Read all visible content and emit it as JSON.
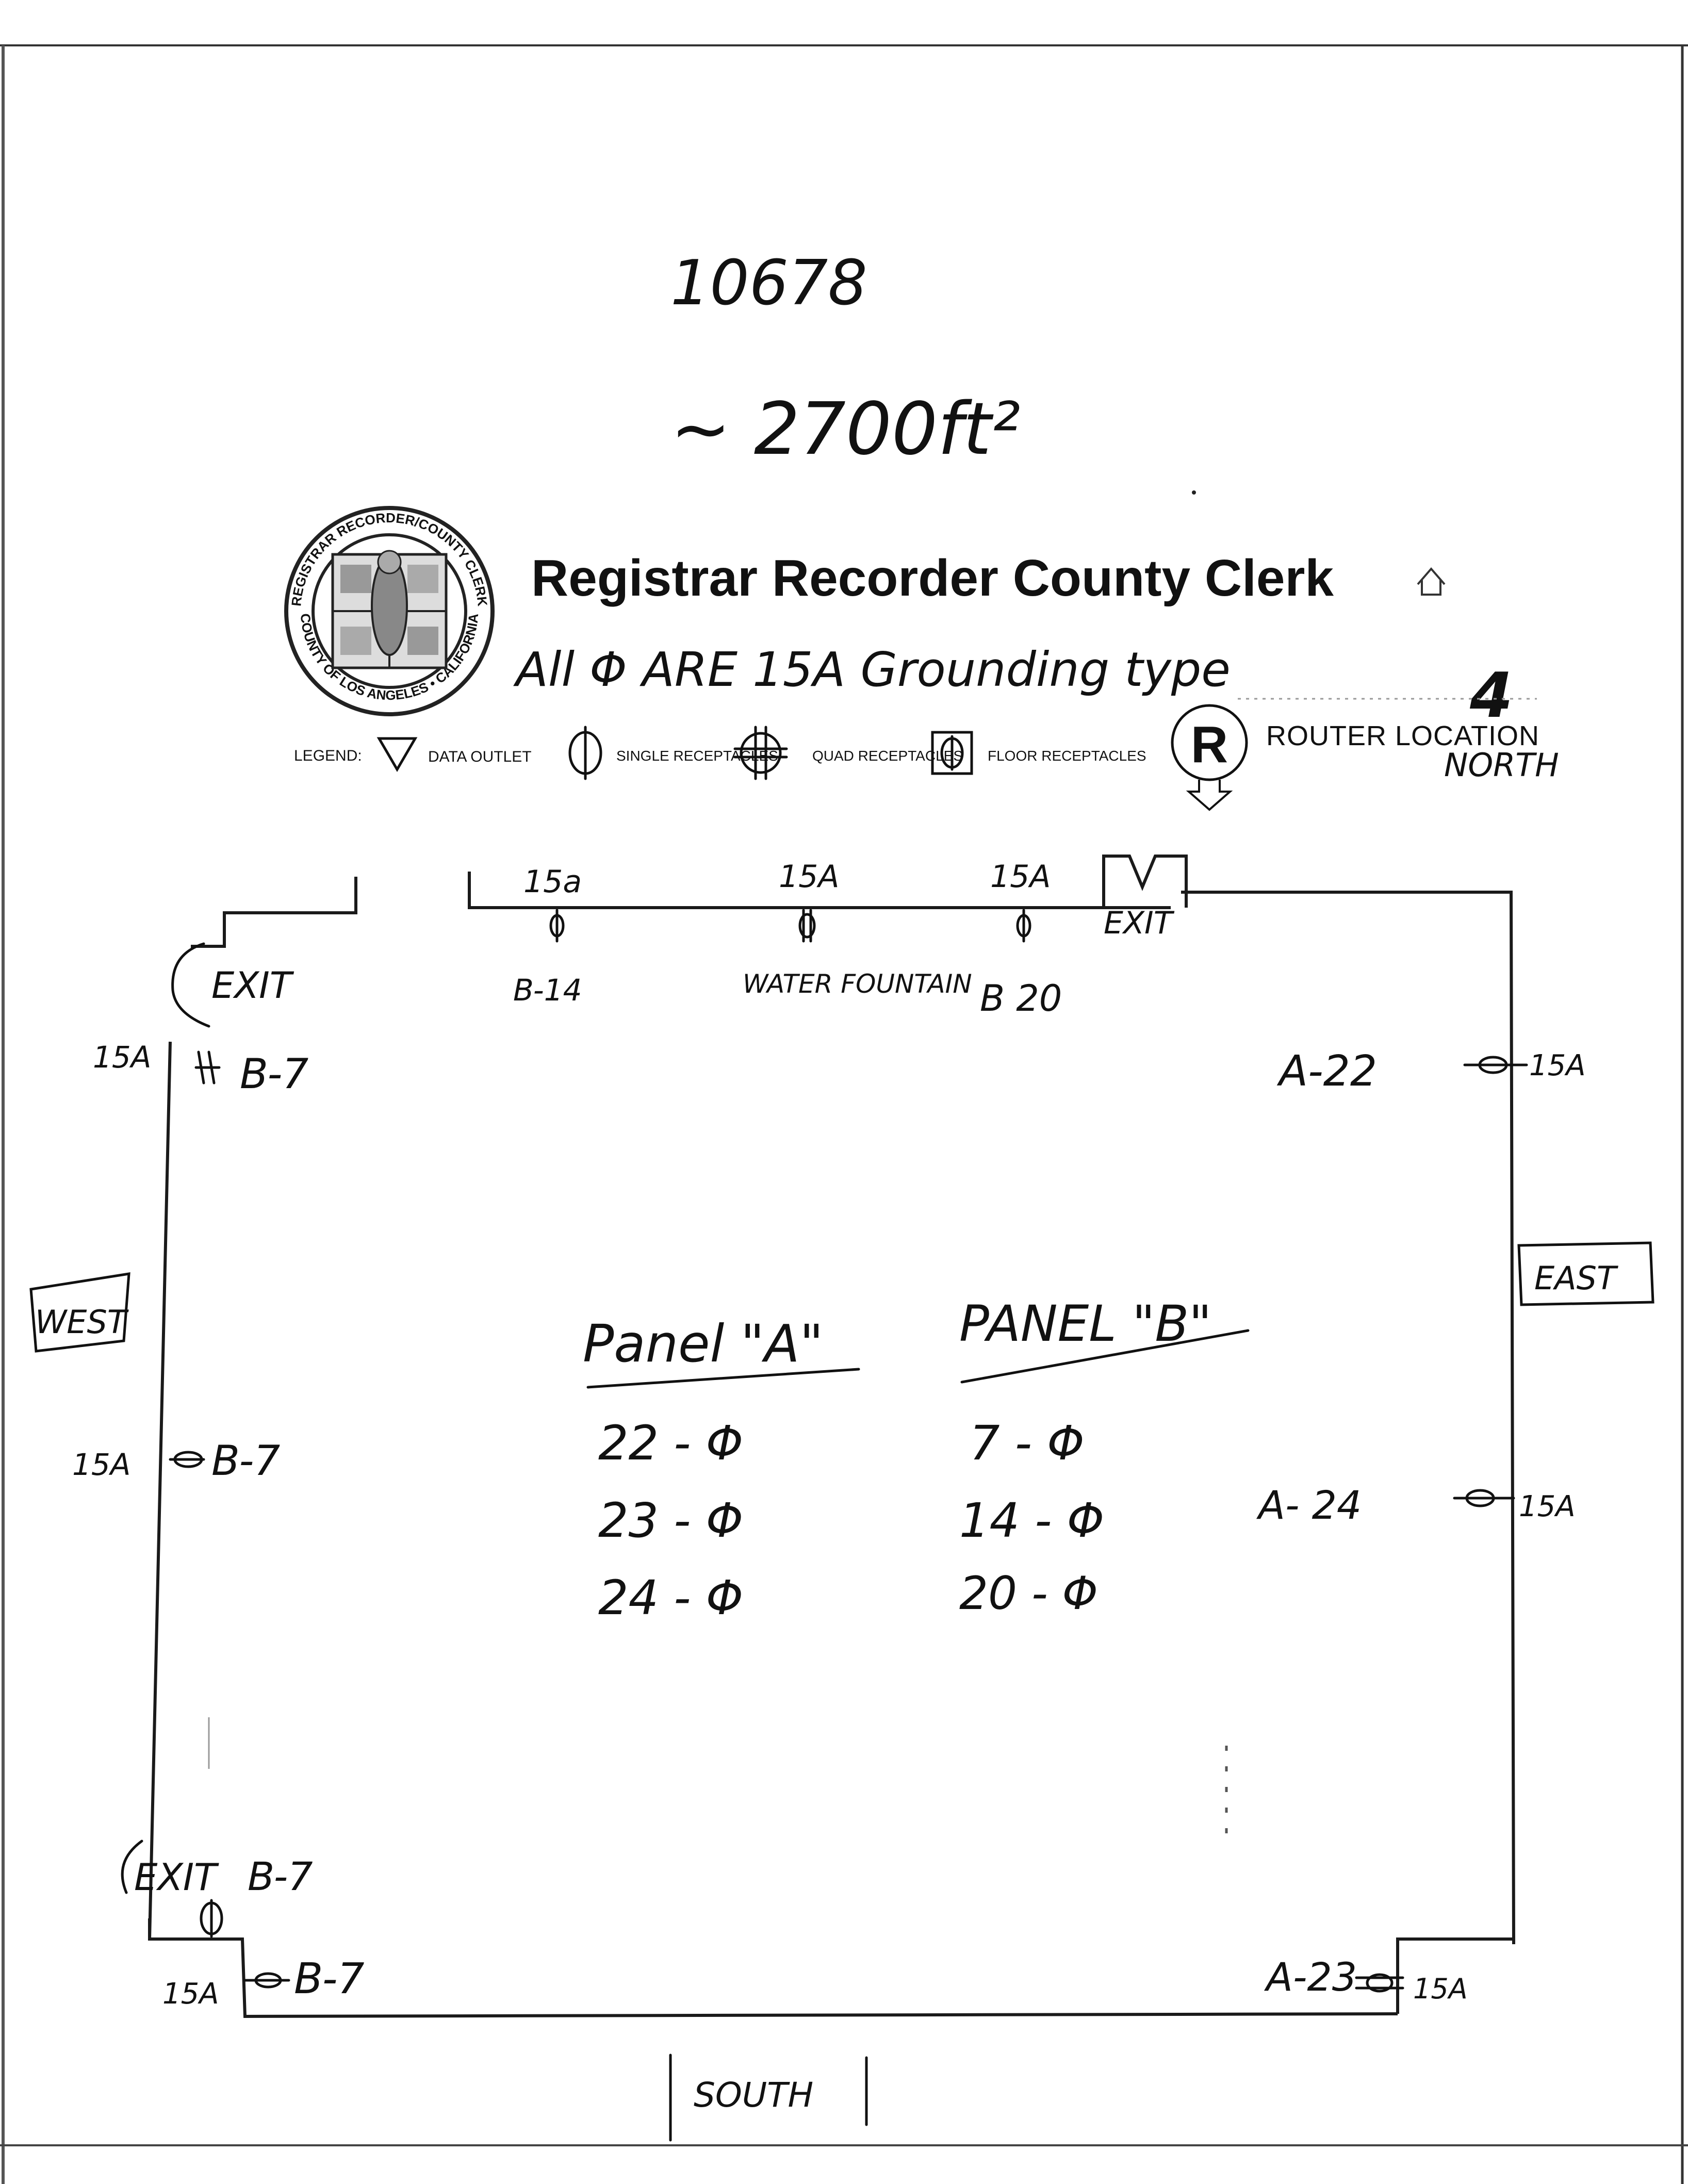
{
  "header": {
    "job_number": "10678",
    "area": "~ 2700ft²",
    "org_title": "Registrar Recorder County Clerk",
    "note": "All Φ ARE 15A Grounding type"
  },
  "seal": {
    "text_top": "REGISTRAR RECORDER/COUNTY CLERK",
    "text_bottom": "COUNTY OF LOS ANGELES • CALIFORNIA"
  },
  "legend": {
    "label": "LEGEND:",
    "items": [
      {
        "symbol": "triangle-down",
        "text": "DATA OUTLET"
      },
      {
        "symbol": "single-receptacle",
        "text": "SINGLE RECEPTACLES"
      },
      {
        "symbol": "quad-receptacle",
        "text": "QUAD RECEPTACLES"
      },
      {
        "symbol": "floor-receptacle",
        "text": "FLOOR RECEPTACLES"
      },
      {
        "symbol": "router",
        "text": "ROUTER LOCATION"
      }
    ],
    "router_letter": "R",
    "north_label": "NORTH",
    "north_arrow": "4"
  },
  "compass": {
    "west": "WEST",
    "east": "EAST",
    "south": "SOUTH"
  },
  "plan": {
    "exits": {
      "north": "EXIT",
      "northwest": "EXIT",
      "southwest": "EXIT"
    },
    "north_wall": {
      "outlet_1_rating": "15a",
      "outlet_1_label": "B-14",
      "outlet_2_rating": "15A",
      "outlet_2_label": "WATER FOUNTAIN",
      "outlet_3_rating": "15A",
      "outlet_3_label": "B 20"
    },
    "west_wall": {
      "nw_rating": "15A",
      "nw_label": "B-7",
      "mid_rating": "15A",
      "mid_label": "B-7",
      "sw_exit_label": "B-7",
      "sw_rating": "15A",
      "sw_label": "B-7"
    },
    "east_wall": {
      "ne_label": "A-22",
      "ne_rating": "15A",
      "mid_label": "A- 24",
      "mid_rating": "15A",
      "se_label": "A-23",
      "se_rating": "15A"
    },
    "panels": [
      {
        "title": "Panel \"A\"",
        "rows": [
          "22 - Φ",
          "23 - Φ",
          "24 - Φ"
        ]
      },
      {
        "title": "PANEL \"B\"",
        "rows": [
          "7 - Φ",
          "14 - Φ",
          "20 - Φ"
        ]
      }
    ]
  }
}
